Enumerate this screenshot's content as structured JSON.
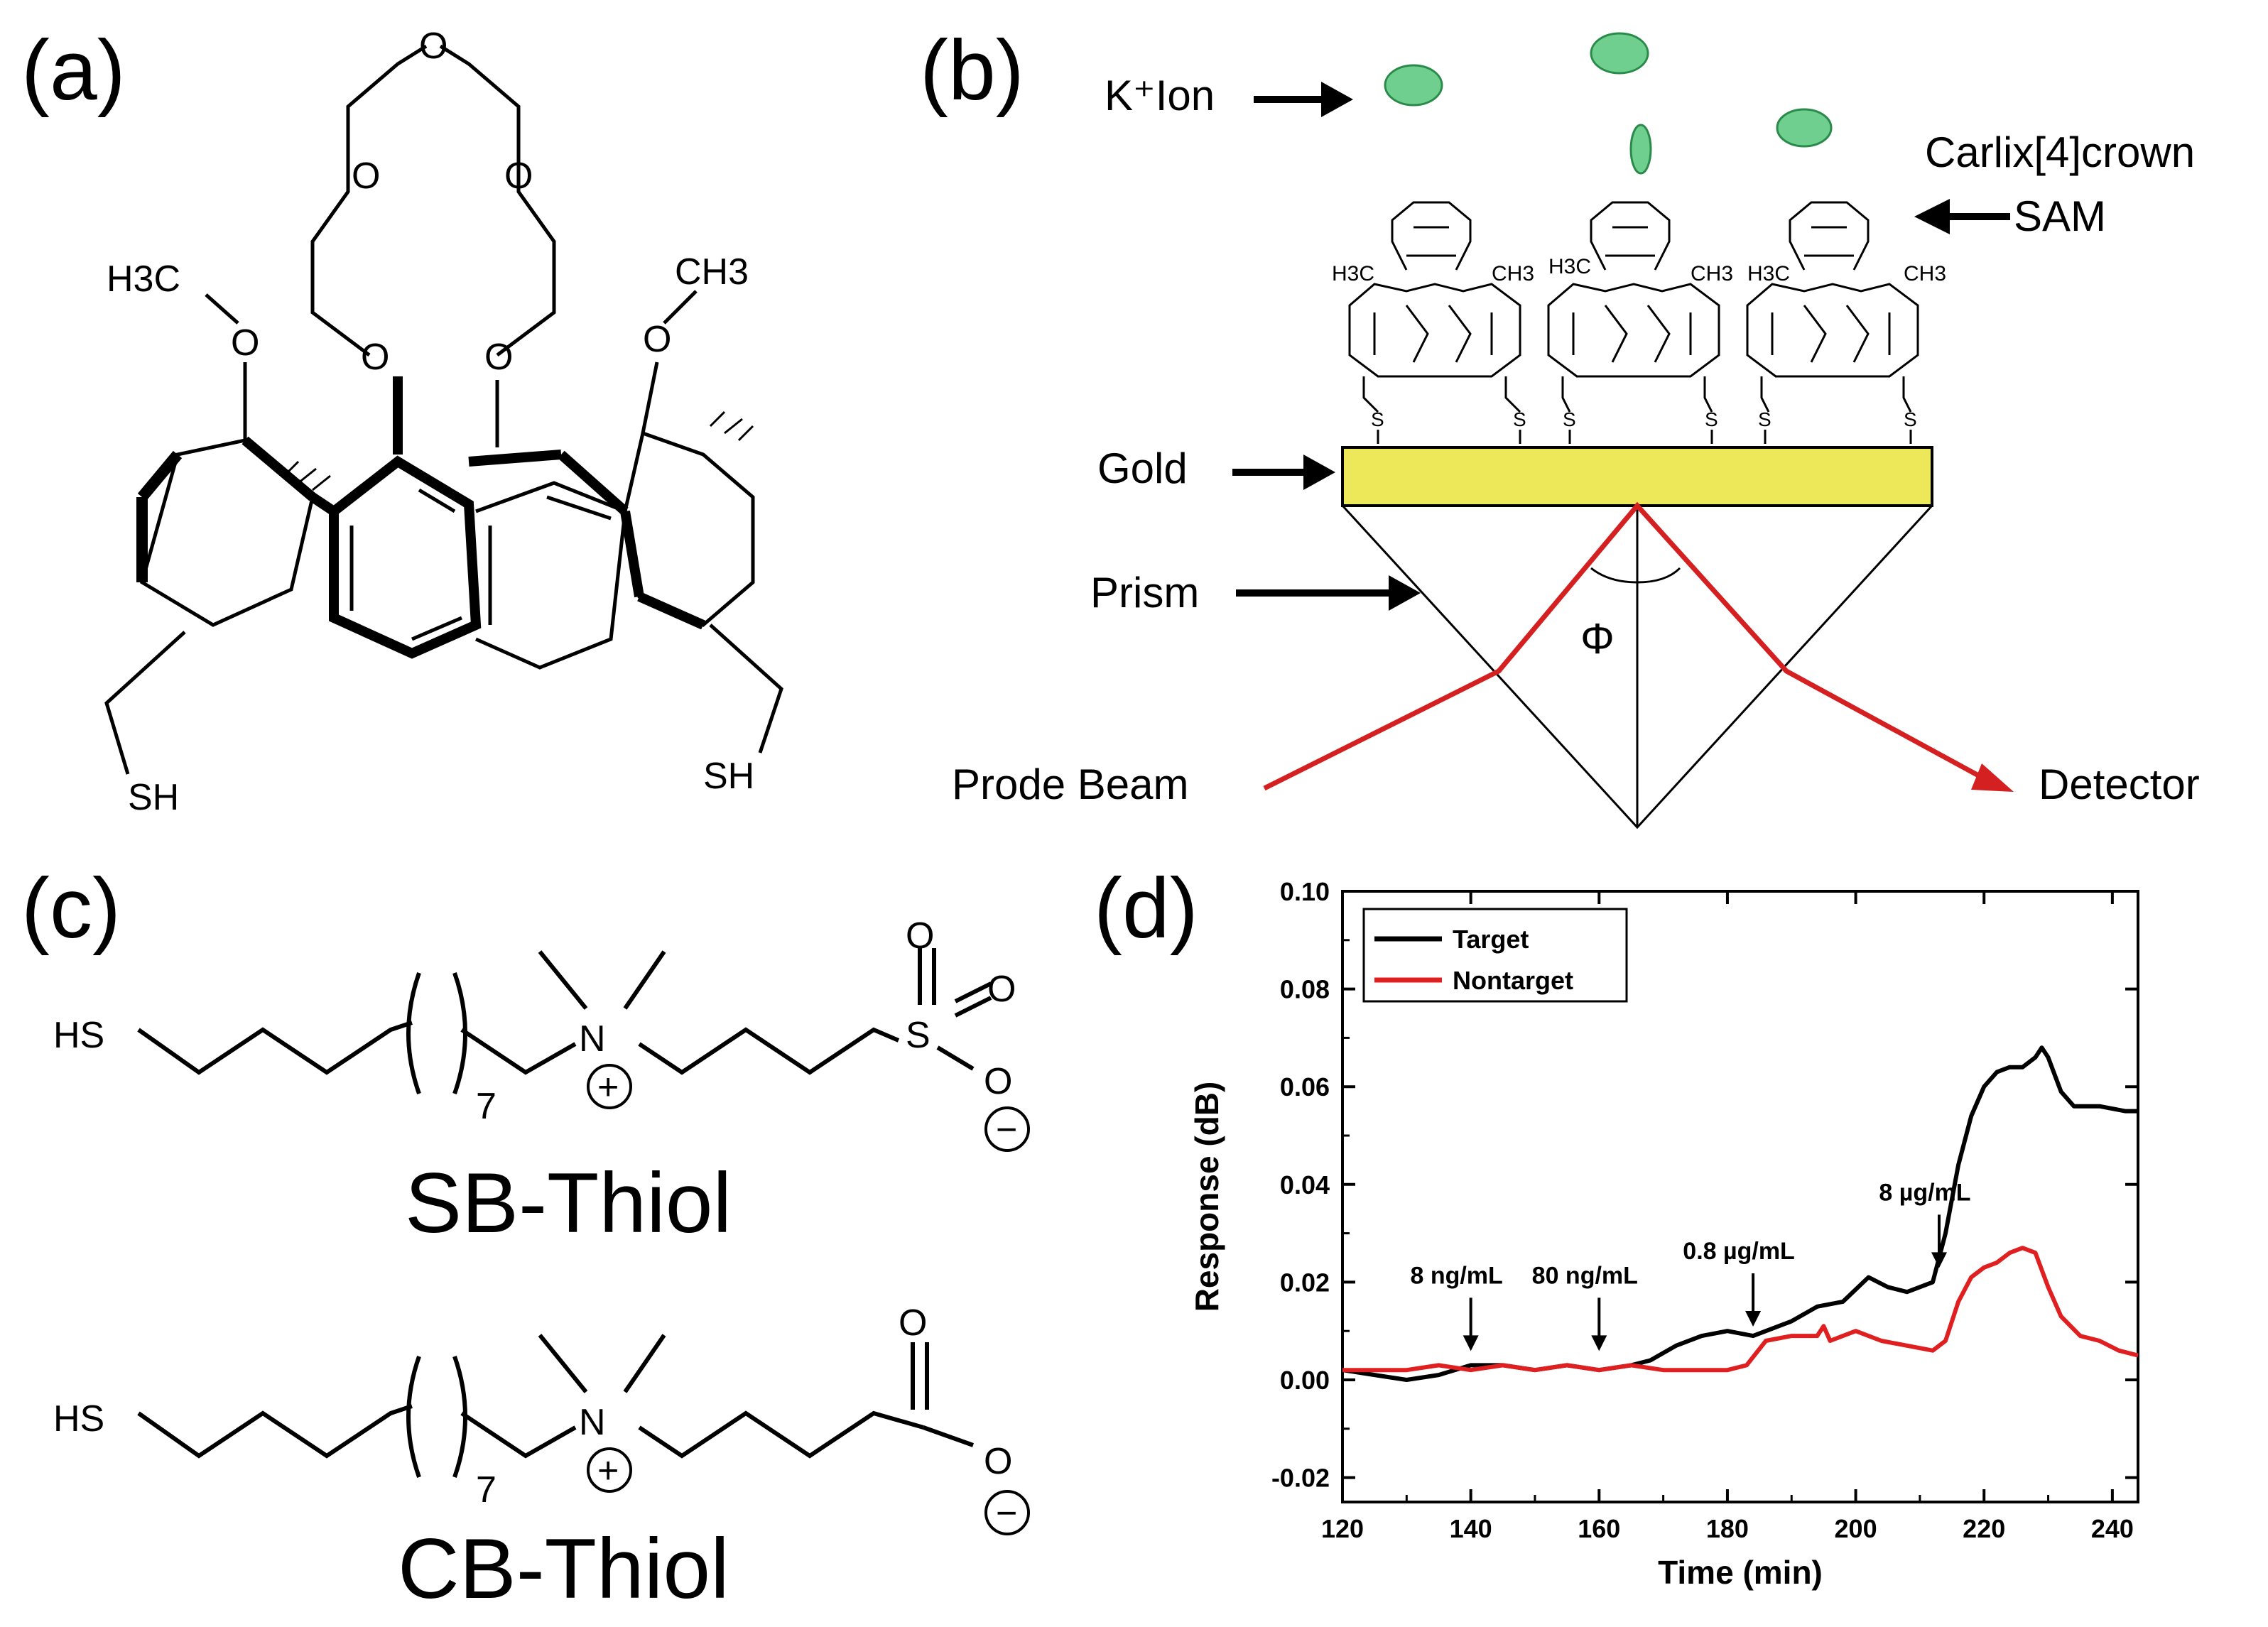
{
  "panels": {
    "a": {
      "label": "(a)",
      "atoms": {
        "o": "O",
        "h3c": "H3C",
        "ch3": "CH3",
        "sh": "SH"
      }
    },
    "b": {
      "label": "(b)",
      "k_ion": "K⁺Ion",
      "sam_line1": "Carlix[4]crown",
      "sam_line2": "SAM",
      "gold": "Gold",
      "prism": "Prism",
      "beam": "Prode Beam",
      "detector": "Detector",
      "angle": "Φ",
      "mini_s": "S",
      "mini_h3c": "H3C",
      "mini_ch3": "CH3",
      "gold_color": "#ece85a",
      "ion_color": "#6fcf8f",
      "beam_color": "#d42020"
    },
    "c": {
      "label": "(c)",
      "sb_name": "SB-Thiol",
      "cb_name": "CB-Thiol",
      "hs": "HS",
      "n": "N",
      "s": "S",
      "o": "O",
      "subscript": "7",
      "plus": "+",
      "minus": "−"
    },
    "d": {
      "label": "(d)"
    }
  },
  "chart_data": {
    "type": "line",
    "title": "",
    "xlabel": "Time (min)",
    "ylabel": "Response (dB)",
    "xlim": [
      120,
      244
    ],
    "ylim": [
      -0.025,
      0.1
    ],
    "xticks": [
      "120",
      "140",
      "160",
      "180",
      "200",
      "220",
      "240"
    ],
    "yticks": [
      "0.10",
      "0.08",
      "0.06",
      "0.04",
      "0.02",
      "0.00",
      "-0.02"
    ],
    "legend_position": "top-left",
    "series": [
      {
        "name": "Target",
        "color": "#000000",
        "points": [
          [
            120,
            0.002
          ],
          [
            125,
            0.001
          ],
          [
            130,
            0.0
          ],
          [
            135,
            0.001
          ],
          [
            140,
            0.003
          ],
          [
            145,
            0.003
          ],
          [
            150,
            0.002
          ],
          [
            155,
            0.003
          ],
          [
            160,
            0.002
          ],
          [
            165,
            0.003
          ],
          [
            168,
            0.004
          ],
          [
            172,
            0.007
          ],
          [
            176,
            0.009
          ],
          [
            180,
            0.01
          ],
          [
            184,
            0.009
          ],
          [
            186,
            0.01
          ],
          [
            190,
            0.012
          ],
          [
            194,
            0.015
          ],
          [
            198,
            0.016
          ],
          [
            202,
            0.021
          ],
          [
            205,
            0.019
          ],
          [
            208,
            0.018
          ],
          [
            212,
            0.02
          ],
          [
            214,
            0.03
          ],
          [
            216,
            0.044
          ],
          [
            218,
            0.054
          ],
          [
            220,
            0.06
          ],
          [
            222,
            0.063
          ],
          [
            224,
            0.064
          ],
          [
            226,
            0.064
          ],
          [
            228,
            0.066
          ],
          [
            229,
            0.068
          ],
          [
            230,
            0.066
          ],
          [
            232,
            0.059
          ],
          [
            234,
            0.056
          ],
          [
            238,
            0.056
          ],
          [
            242,
            0.055
          ],
          [
            244,
            0.055
          ]
        ]
      },
      {
        "name": "Nontarget",
        "color": "#e02020",
        "points": [
          [
            120,
            0.002
          ],
          [
            125,
            0.002
          ],
          [
            130,
            0.002
          ],
          [
            135,
            0.003
          ],
          [
            140,
            0.002
          ],
          [
            145,
            0.003
          ],
          [
            150,
            0.002
          ],
          [
            155,
            0.003
          ],
          [
            160,
            0.002
          ],
          [
            165,
            0.003
          ],
          [
            170,
            0.002
          ],
          [
            175,
            0.002
          ],
          [
            180,
            0.002
          ],
          [
            183,
            0.003
          ],
          [
            186,
            0.008
          ],
          [
            190,
            0.009
          ],
          [
            194,
            0.009
          ],
          [
            195,
            0.011
          ],
          [
            196,
            0.008
          ],
          [
            200,
            0.01
          ],
          [
            204,
            0.008
          ],
          [
            208,
            0.007
          ],
          [
            212,
            0.006
          ],
          [
            214,
            0.008
          ],
          [
            216,
            0.016
          ],
          [
            218,
            0.021
          ],
          [
            220,
            0.023
          ],
          [
            222,
            0.024
          ],
          [
            224,
            0.026
          ],
          [
            226,
            0.027
          ],
          [
            228,
            0.026
          ],
          [
            230,
            0.019
          ],
          [
            232,
            0.013
          ],
          [
            235,
            0.009
          ],
          [
            238,
            0.008
          ],
          [
            241,
            0.006
          ],
          [
            244,
            0.005
          ]
        ]
      }
    ],
    "annotations": [
      {
        "text": "8 ng/mL",
        "x": 140,
        "y": 0.003
      },
      {
        "text": "80 ng/mL",
        "x": 160,
        "y": 0.003
      },
      {
        "text": "0.8 µg/mL",
        "x": 184,
        "y": 0.008
      },
      {
        "text": "8 µg/mL",
        "x": 213,
        "y": 0.02
      }
    ]
  }
}
